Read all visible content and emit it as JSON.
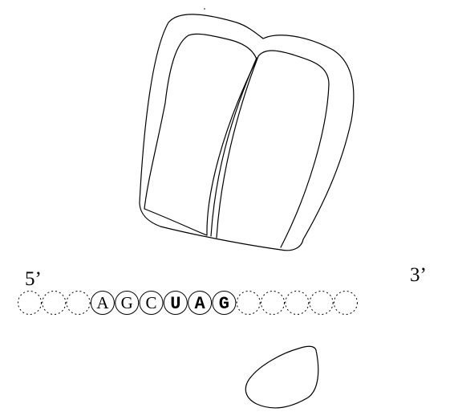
{
  "diagram": {
    "five_prime_label": "5’",
    "three_prime_label": "3’",
    "mrna": [
      {
        "base": "",
        "style": "empty"
      },
      {
        "base": "",
        "style": "empty"
      },
      {
        "base": "",
        "style": "empty"
      },
      {
        "base": "A",
        "style": "normal"
      },
      {
        "base": "G",
        "style": "normal"
      },
      {
        "base": "C",
        "style": "normal"
      },
      {
        "base": "U",
        "style": "bold"
      },
      {
        "base": "A",
        "style": "bold"
      },
      {
        "base": "G",
        "style": "bold"
      },
      {
        "base": "",
        "style": "empty"
      },
      {
        "base": "",
        "style": "empty"
      },
      {
        "base": "",
        "style": "empty"
      },
      {
        "base": "",
        "style": "empty"
      },
      {
        "base": "",
        "style": "empty"
      }
    ]
  }
}
